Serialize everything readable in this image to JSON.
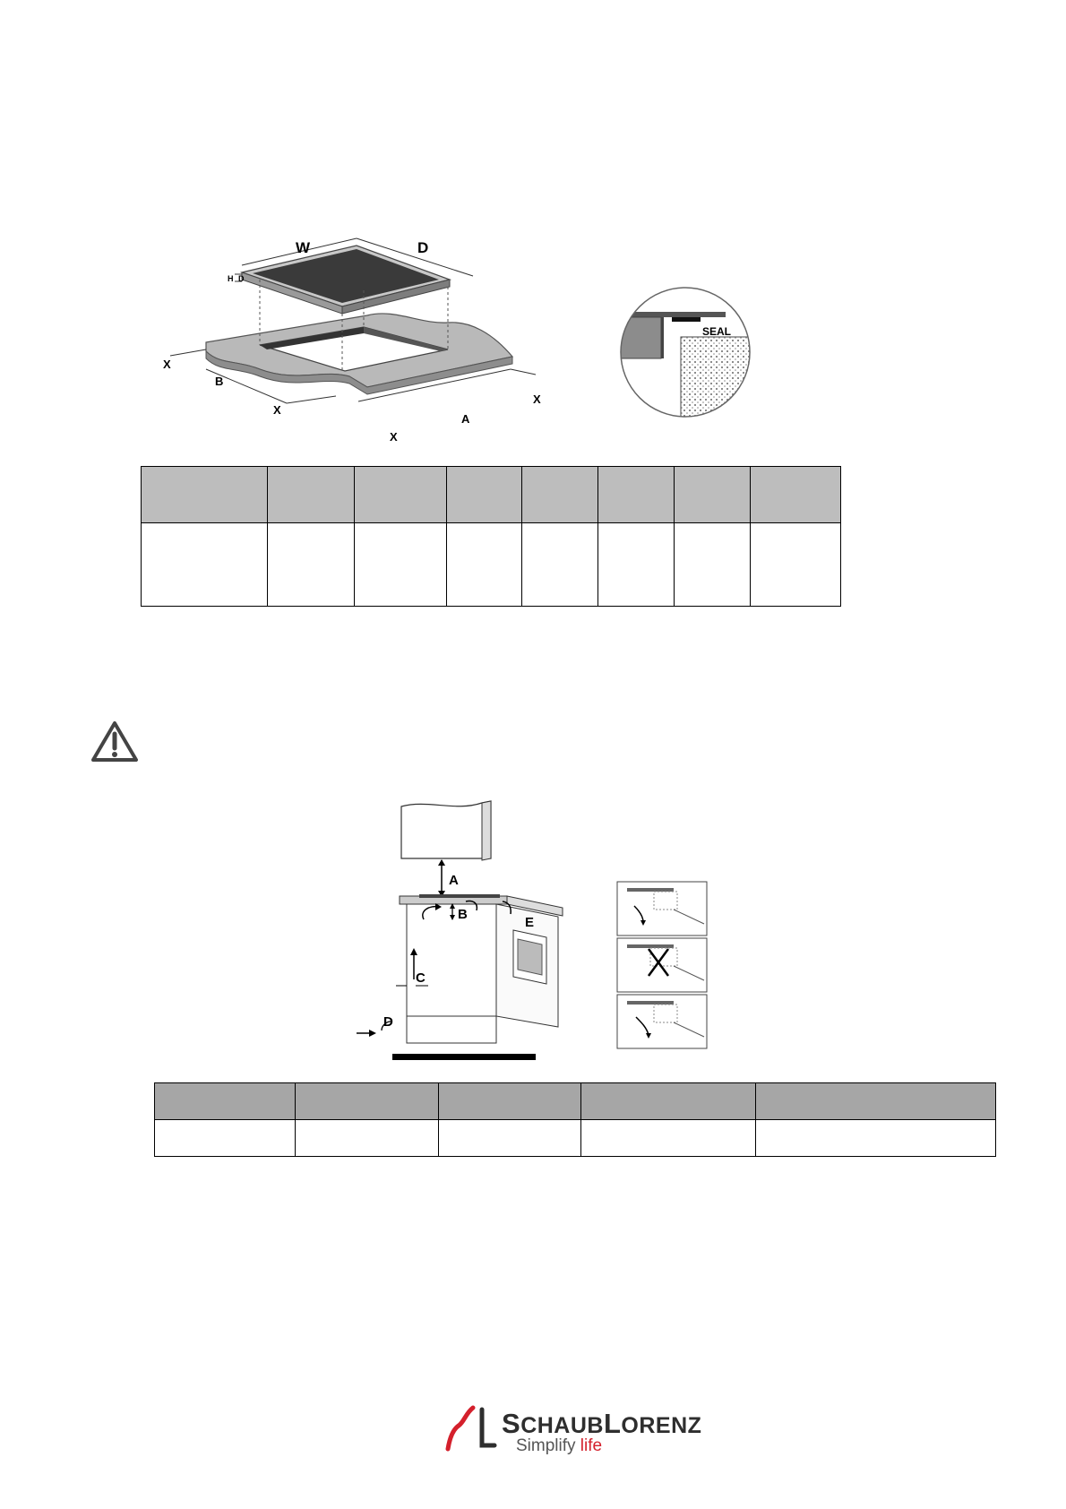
{
  "hob_diagram": {
    "labels": {
      "w": "W",
      "d": "D",
      "h": "H",
      "d_small": "D",
      "x": "X",
      "a": "A",
      "b": "B",
      "seal": "SEAL"
    }
  },
  "table_cutout": {
    "columns": 8,
    "header": [
      "",
      "",
      "",
      "",
      "",
      "",
      "",
      ""
    ],
    "row": [
      "",
      "",
      "",
      "",
      "",
      "",
      "",
      ""
    ]
  },
  "warning": {
    "icon": "warning-triangle-icon"
  },
  "ventilation_diagram": {
    "labels": {
      "a": "A",
      "b": "B",
      "c": "C",
      "d": "D",
      "e": "E"
    }
  },
  "table_clearance": {
    "columns": 5,
    "header": [
      "",
      "",
      "",
      "",
      ""
    ],
    "row": [
      "",
      "",
      "",
      "",
      ""
    ]
  },
  "logo": {
    "brand_first": "Schaub",
    "brand_second": "Lorenz",
    "brand_first_cap": "S",
    "brand_first_rest": "CHAUB",
    "brand_second_cap": "L",
    "brand_second_rest": "ORENZ",
    "tagline_main": "Simplify",
    "tagline_accent": "life",
    "colors": {
      "mark": "#d4202c",
      "text": "#2e2e2e"
    }
  }
}
